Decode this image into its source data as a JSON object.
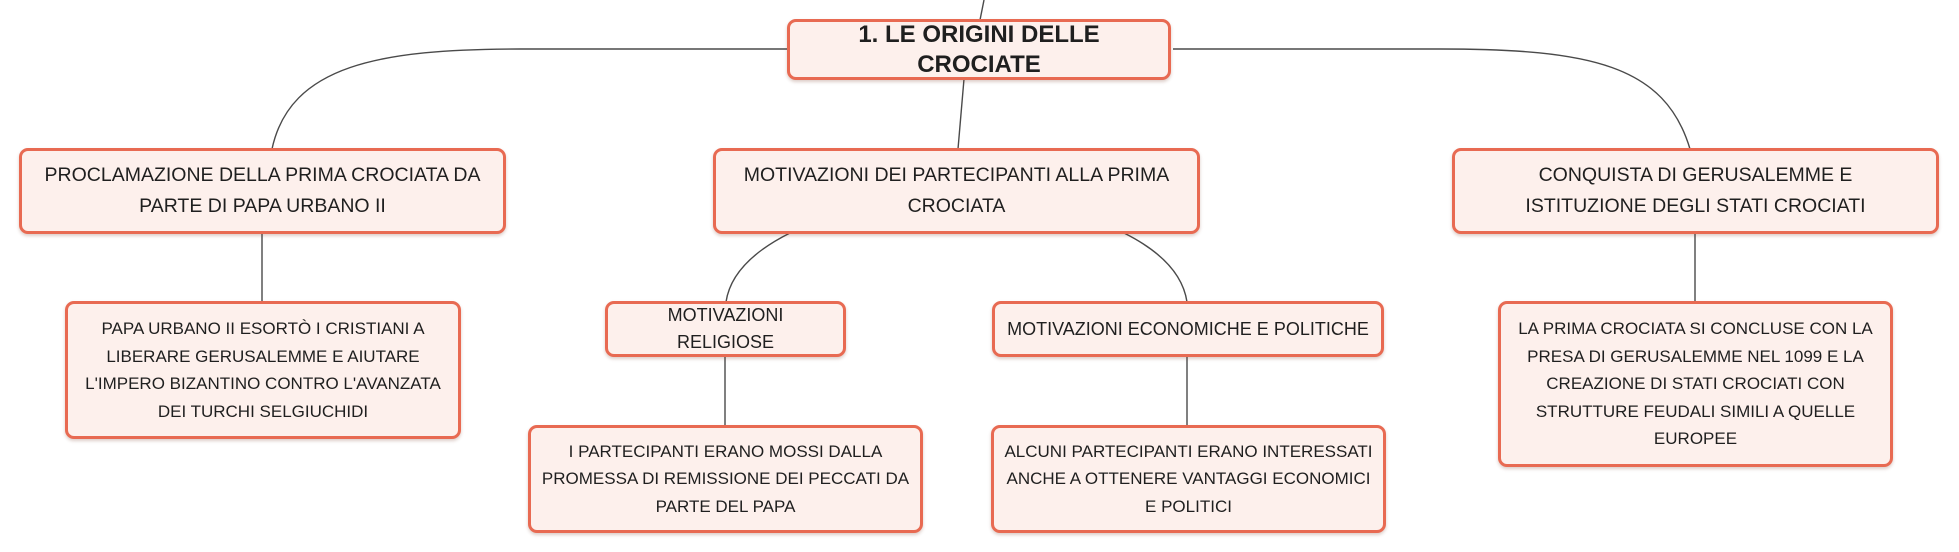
{
  "colors": {
    "node_fill": "#fdf0ec",
    "node_border": "#e86a52",
    "connector": "#4a4a4a",
    "text": "#1f1f1f"
  },
  "root": {
    "title": "1. LE ORIGINI DELLE CROCIATE"
  },
  "branches": [
    {
      "label": "PROCLAMAZIONE DELLA PRIMA CROCIATA DA PARTE DI PAPA URBANO II",
      "detail": "PAPA URBANO II ESORTÒ I CRISTIANI A LIBERARE GERUSALEMME E AIUTARE L'IMPERO BIZANTINO CONTRO L'AVANZATA DEI TURCHI SELGIUCHIDI"
    },
    {
      "label": "MOTIVAZIONI DEI PARTECIPANTI ALLA PRIMA CROCIATA",
      "subtopics": [
        {
          "label": "MOTIVAZIONI RELIGIOSE",
          "detail": "I PARTECIPANTI ERANO MOSSI DALLA PROMESSA DI REMISSIONE DEI PECCATI DA PARTE DEL PAPA"
        },
        {
          "label": "MOTIVAZIONI ECONOMICHE E POLITICHE",
          "detail": "ALCUNI PARTECIPANTI ERANO INTERESSATI ANCHE A OTTENERE VANTAGGI ECONOMICI E POLITICI"
        }
      ]
    },
    {
      "label": "CONQUISTA DI GERUSALEMME E ISTITUZIONE DEGLI STATI CROCIATI",
      "detail": "LA PRIMA CROCIATA SI CONCLUSE CON LA PRESA DI GERUSALEMME NEL 1099 E LA CREAZIONE DI STATI CROCIATI CON STRUTTURE FEUDALI SIMILI A QUELLE EUROPEE"
    }
  ]
}
